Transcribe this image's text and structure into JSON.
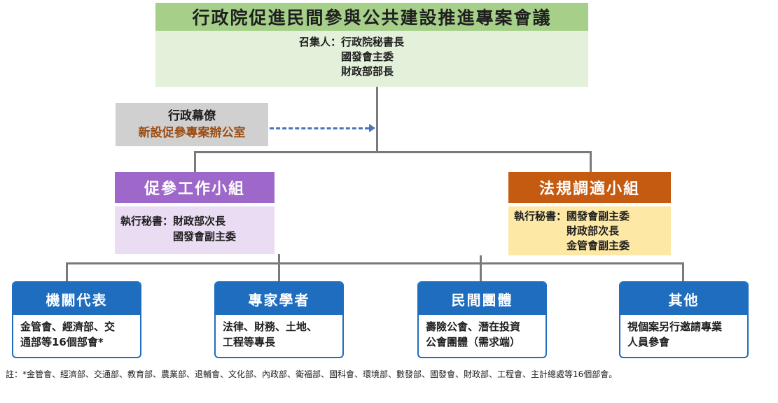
{
  "council": {
    "title": "行政院促進民間參與公共建設推進專案會議",
    "convener_label": "召集人：",
    "conveners": [
      "行政院秘書長",
      "國發會主委",
      "財政部部長"
    ]
  },
  "staff": {
    "line1": "行政幕僚",
    "line2": "新設促參專案辦公室"
  },
  "groups": [
    {
      "title": "促參工作小組",
      "secretary_label": "執行秘書：",
      "members": [
        "財政部次長",
        "國發會副主委"
      ]
    },
    {
      "title": "法規調適小組",
      "secretary_label": "執行秘書：",
      "members": [
        "國發會副主委",
        "財政部次長",
        "金管會副主委"
      ]
    }
  ],
  "cards": [
    {
      "title": "機關代表",
      "body_lines": [
        "金管會、經濟部、交",
        "通部等16個部會*"
      ]
    },
    {
      "title": "專家學者",
      "body_lines": [
        "法律、財務、土地、",
        "工程等專長"
      ]
    },
    {
      "title": "民間團體",
      "body_lines": [
        "壽險公會、潛在投資",
        "公會團體（需求端）"
      ]
    },
    {
      "title": "其他",
      "body_lines": [
        "視個案另行邀請專業",
        "人員參會"
      ]
    }
  ],
  "footnote": "註：*金管會、經濟部、交通部、教育部、農業部、退輔會、文化部、內政部、衛福部、國科會、環境部、數發部、國發會、財政部、工程會、主計總處等16個部會。",
  "colors": {
    "council_header": "#a6d08a",
    "council_body": "#e3f0da",
    "staff_box": "#d0d0d0",
    "staff_accent": "#9b4d15",
    "dashed_arrow": "#4a74b8",
    "group1_header": "#9d68c9",
    "group1_body": "#eadcf3",
    "group2_header": "#c55a11",
    "group2_body": "#fde8a6",
    "card_blue": "#1f6dbe",
    "connector": "#7a7a7a"
  }
}
